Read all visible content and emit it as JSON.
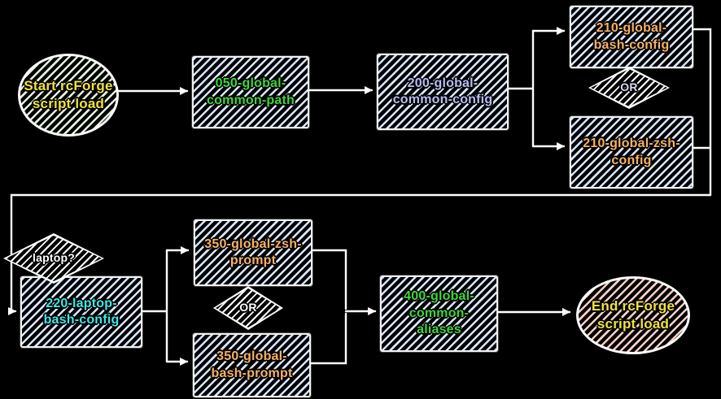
{
  "diagram": {
    "background_color": "#000000",
    "edge_color": "#ffffff",
    "nodes": {
      "start": {
        "type": "ellipse",
        "label": "Start rcForge\nscript load",
        "text_color": "#f2e33c",
        "fill_hatch": "#e2f0de"
      },
      "common_path": {
        "type": "box",
        "label": "050-global-\ncommon-path",
        "text_color": "#3ed63e",
        "fill_hatch": "#d7e5fa"
      },
      "common_config": {
        "type": "box",
        "label": "200-global-\ncommon-config",
        "text_color": "#b9bdf2",
        "fill_hatch": "#d7e5fa"
      },
      "global_bash_config": {
        "type": "box",
        "label": "210-global-\nbash-config",
        "text_color": "#f7b267",
        "fill_hatch": "#d7e5fa"
      },
      "or_top": {
        "type": "diamond",
        "label": "OR",
        "text_color": "#d8d8f6",
        "fill_hatch": "#ffffff"
      },
      "global_zsh_config": {
        "type": "box",
        "label": "210-global-zsh-\nconfig",
        "text_color": "#f7b267",
        "fill_hatch": "#d7e5fa"
      },
      "laptop_decision": {
        "type": "diamond",
        "label": "laptop?",
        "text_color": "#ffffff",
        "fill_hatch": "#ffffff"
      },
      "laptop_bash_config": {
        "type": "box",
        "label": "220-laptop-\nbash-config",
        "text_color": "#3fe8e8",
        "fill_hatch": "#d7e5fa"
      },
      "global_zsh_prompt": {
        "type": "box",
        "label": "350-global-zsh-\nprompt",
        "text_color": "#f7b267",
        "fill_hatch": "#d7e5fa"
      },
      "or_bottom": {
        "type": "diamond",
        "label": "OR",
        "text_color": "#ffffff",
        "fill_hatch": "#ffffff"
      },
      "global_bash_prompt": {
        "type": "box",
        "label": "350-global-\nbash-prompt",
        "text_color": "#f7b267",
        "fill_hatch": "#d7e5fa"
      },
      "common_aliases": {
        "type": "box",
        "label": "400-global-\ncommon-\naliases",
        "text_color": "#3ed63e",
        "fill_hatch": "#d7e5fa"
      },
      "end": {
        "type": "ellipse",
        "label": "End rcForge\nscript load",
        "text_color": "#f2e33c",
        "fill_hatch": "#f8cfc5"
      }
    }
  }
}
